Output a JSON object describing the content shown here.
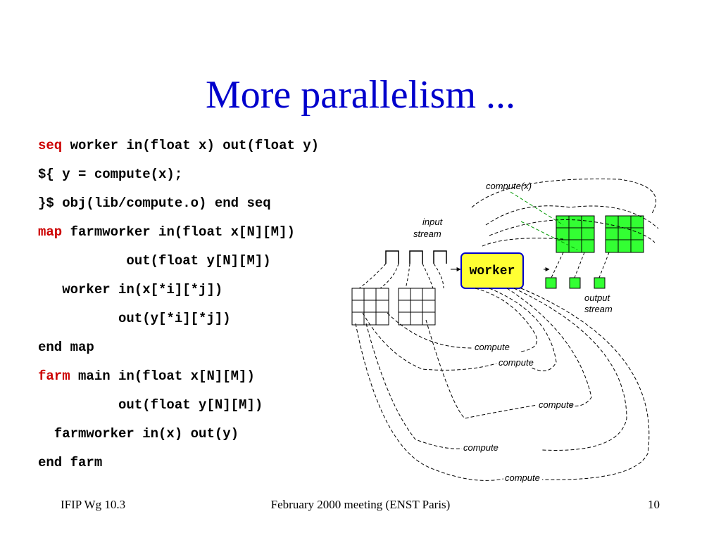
{
  "slide": {
    "title": "More parallelism ..."
  },
  "code": {
    "lines": [
      {
        "kw": "seq",
        "rest": " worker in(float x) out(float y)"
      },
      {
        "kw": "",
        "rest": "${ y = compute(x);"
      },
      {
        "kw": "",
        "rest": "}$ obj(lib/compute.o) end seq"
      },
      {
        "kw": "map",
        "rest": " farmworker in(float x[N][M])"
      },
      {
        "kw": "",
        "rest": "           out(float y[N][M])"
      },
      {
        "kw": "",
        "rest": "   worker in(x[*i][*j])"
      },
      {
        "kw": "",
        "rest": "          out(y[*i][*j])"
      },
      {
        "kw": "",
        "rest": "end map"
      },
      {
        "kw": "farm",
        "rest": " main in(float x[N][M])"
      },
      {
        "kw": "",
        "rest": "          out(float y[N][M])"
      },
      {
        "kw": "",
        "rest": "  farmworker in(x) out(y)"
      },
      {
        "kw": "",
        "rest": "end farm"
      }
    ]
  },
  "diagram": {
    "compute_x_label": "compute(x)",
    "input_label_1": "input",
    "input_label_2": "stream",
    "worker_label": "worker",
    "output_label_1": "output",
    "output_label_2": "stream",
    "compute_labels": [
      "compute",
      "compute",
      "compute",
      "compute",
      "compute"
    ],
    "colors": {
      "worker_fill": "#ffff33",
      "worker_stroke": "#0000cc",
      "grid_green": "#33ff33"
    }
  },
  "footer": {
    "left": "IFIP Wg 10.3",
    "center": "February 2000 meeting (ENST Paris)",
    "right": "10"
  }
}
